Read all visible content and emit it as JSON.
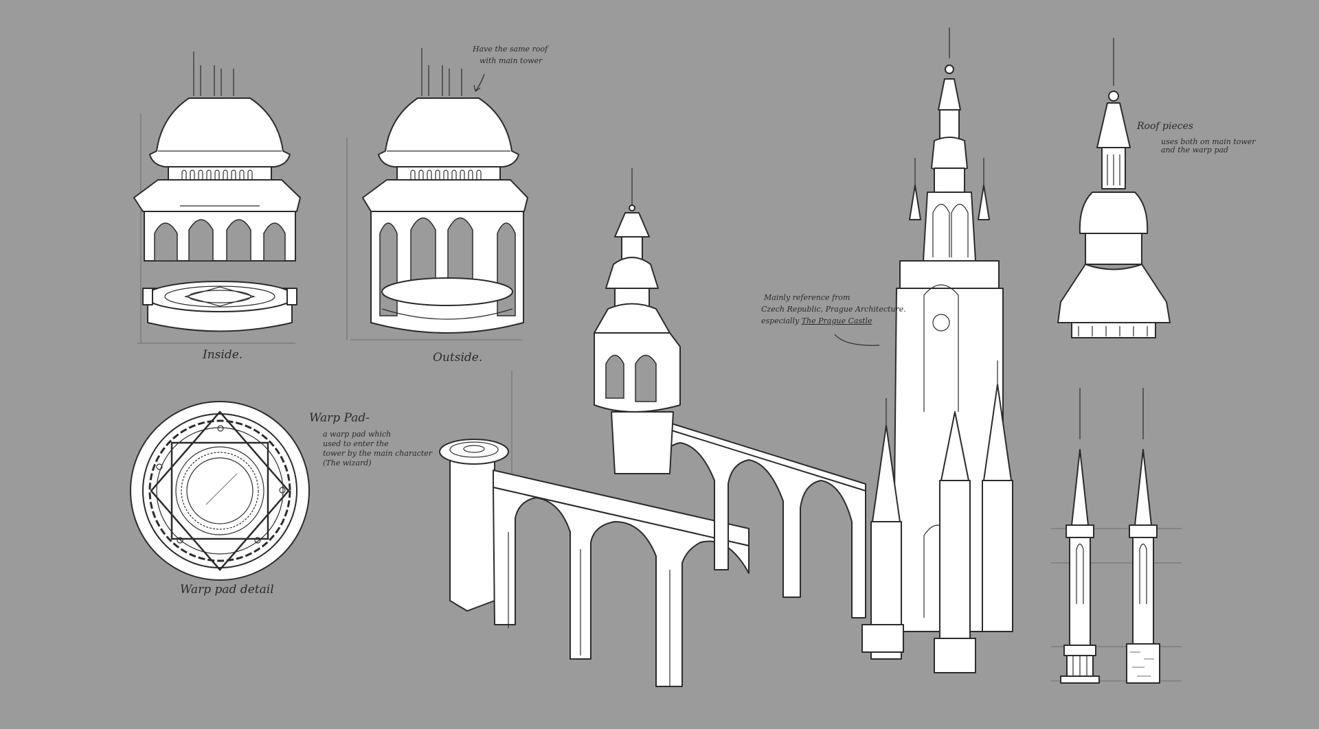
{
  "sheet": {
    "background": "#9b9b9b",
    "fill": "#ffffff",
    "line": "#2b2b2b"
  },
  "annotations": {
    "inside_label": "Inside.",
    "outside_label": "Outside.",
    "same_roof_note_line1": "Have the same roof",
    "same_roof_note_line2": "with main tower",
    "warp_pad_title": "Warp Pad-",
    "warp_pad_desc_line1": "a warp pad which",
    "warp_pad_desc_line2": "used to enter the",
    "warp_pad_desc_line3": "tower by the main character",
    "warp_pad_desc_line4": "(The wizard)",
    "warp_pad_detail_label": "Warp pad detail",
    "reference_line1": "Mainly reference from",
    "reference_line2": "Czech Republic, Prague Architecture.",
    "reference_line3_prefix": "especially",
    "reference_line3_emphasis": "The Prague Castle",
    "roof_pieces_title": "Roof pieces",
    "roof_pieces_desc_line1": "uses both on main tower",
    "roof_pieces_desc_line2": "and the warp pad"
  },
  "drawings": [
    {
      "name": "warp-pad-pavilion-inside"
    },
    {
      "name": "warp-pad-pavilion-outside"
    },
    {
      "name": "warp-pad-circle-detail"
    },
    {
      "name": "main-tower-with-aqueduct"
    },
    {
      "name": "roof-piece"
    },
    {
      "name": "spire-pillar-ornate-base"
    },
    {
      "name": "spire-pillar-brick-base"
    }
  ]
}
